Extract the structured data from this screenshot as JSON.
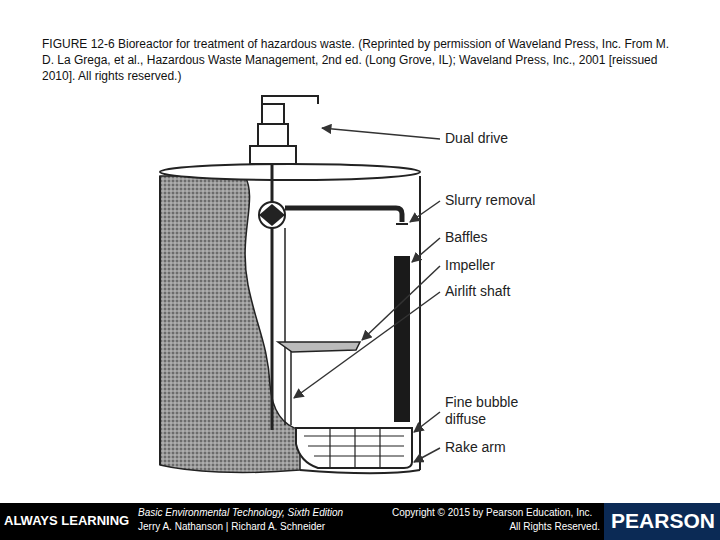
{
  "diagram": {
    "caption": "FIGURE 12-6 Bioreactor for treatment of hazardous waste. (Reprinted by permission of Waveland Press, Inc. From M. D. La Grega, et al., Hazardous Waste Management, 2nd ed. (Long Grove, IL); Waveland Press, Inc., 2001 [reissued 2010]. All rights reserved.)",
    "labels": [
      "Dual drive",
      "Slurry removal",
      "Baffles",
      "Impeller",
      "Airlift shaft",
      "Fine bubble diffuse",
      "Rake arm",
      "ALWAYS LEARNING",
      "Basic Environmental Technology, Sixth Edition",
      "Jerry A. Nathanson | Richard A. Schneider",
      "Copyright © 2015 by Pearson Education, Inc.",
      "All Rights Reserved.",
      "PEARSON"
    ]
  }
}
